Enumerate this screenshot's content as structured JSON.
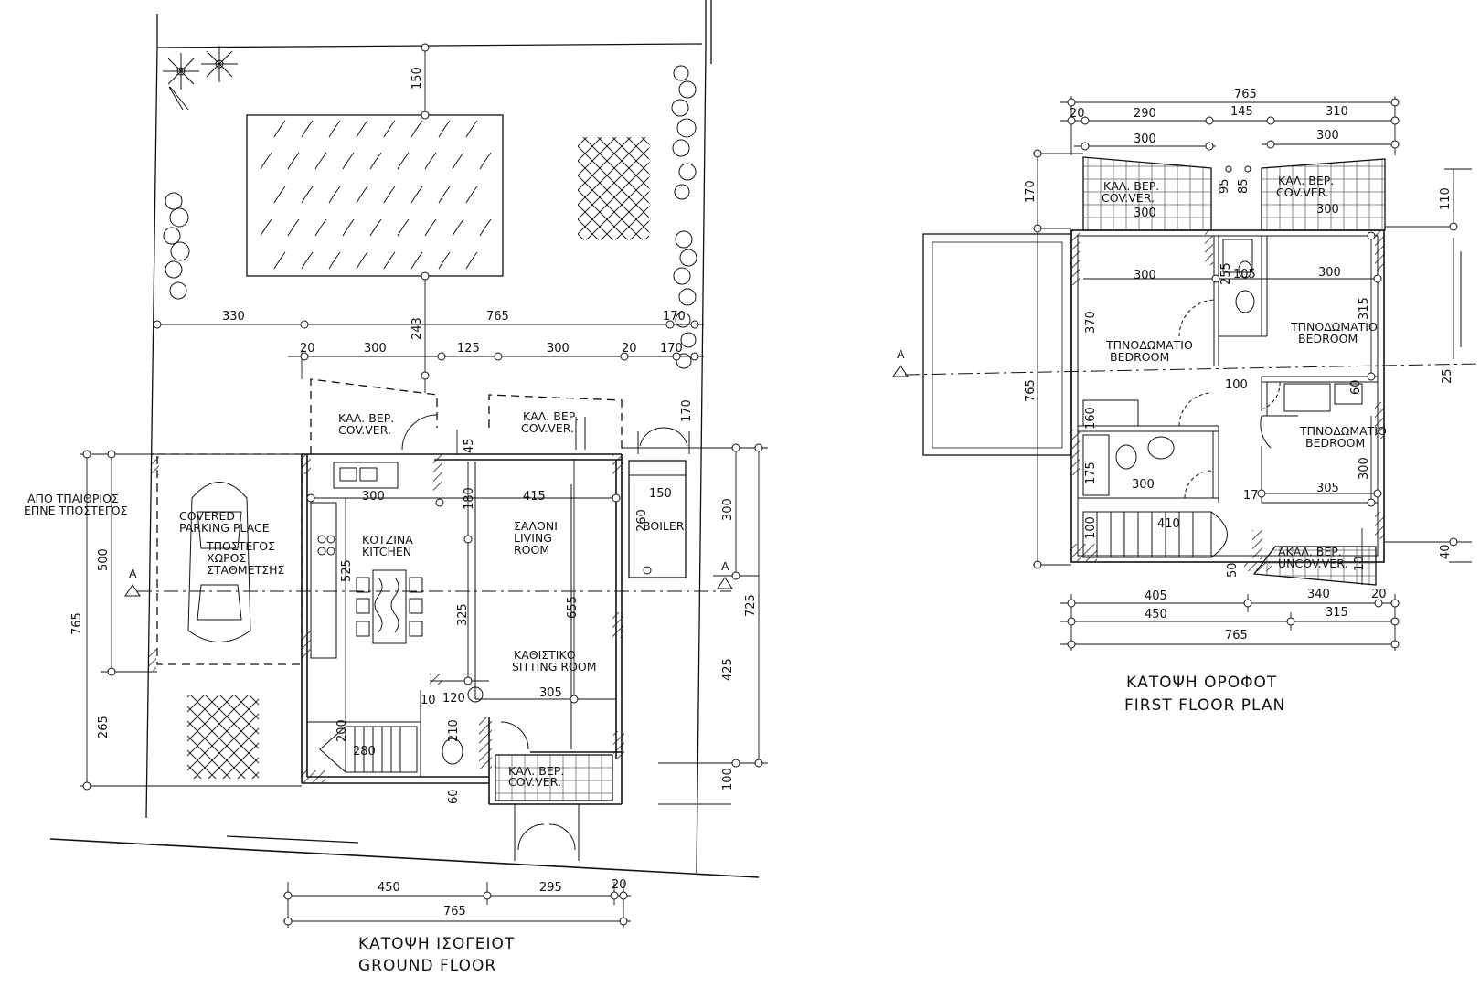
{
  "ground_floor": {
    "title_gr": "ΚΑΤΟΨΗ ΙΣΟΓΕΙΟΤ",
    "title_en": "GROUND FLOOR",
    "rooms": {
      "verandah_left_gr": "ΚΑΛ. ΒΕΡ.",
      "verandah_left_en": "COV.VER.",
      "verandah_right_gr": "ΚΑΛ. ΒΕΡ.",
      "verandah_right_en": "COV.VER.",
      "verandah_bottom_gr": "ΚΑΛ. ΒΕΡ.",
      "verandah_bottom_en": "COV.VER.",
      "kitchen_gr": "ΚΟΤΖΙΝΑ",
      "kitchen_en": "KITCHEN",
      "living_gr": "ΣΑΛΟΝΙ",
      "living_en": "LIVING",
      "living_en2": "ROOM",
      "sitting_gr": "ΚΑΘΙΣΤΙΚΟ",
      "sitting_en": "SITTING ROOM",
      "boiler": "BOILER",
      "parking_en1": "COVERED",
      "parking_en2": "PARKING PLACE",
      "parking_gr1": "ΤΠΟΣΤΕΓΟΣ",
      "parking_gr2": "ΧΩΡΟΣ",
      "parking_gr3": "ΣΤΑΘΜΕΤΣΗΣ",
      "note_line1": "ΑΠΟ ΤΠΑΙΘΡΙΟΣ",
      "note_line2": "ΕΠΝΕ ΤΠΟΣΤΕΓΟΣ"
    },
    "section_mark": "A",
    "dims": {
      "d150": "150",
      "d330": "330",
      "d765top": "765",
      "d170a": "170",
      "d243": "243",
      "d20a": "20",
      "d300a": "300",
      "d125": "125",
      "d300b": "300",
      "d20b": "20",
      "d170b": "170",
      "d170c": "170",
      "d45": "45",
      "d300left": "300",
      "d415": "415",
      "d180": "180",
      "d150b": "150",
      "d260": "260",
      "d525": "525",
      "d325": "325",
      "d655": "655",
      "d305": "305",
      "d10": "10",
      "d120": "120",
      "d210": "210",
      "d200": "200",
      "d280": "280",
      "d60": "60",
      "d500": "500",
      "d765left": "765",
      "d265": "265",
      "d300right": "300",
      "d725": "725",
      "d425": "425",
      "d100": "100",
      "d450": "450",
      "d295": "295",
      "d20c": "20",
      "d765bottom": "765"
    }
  },
  "first_floor": {
    "title_gr": "ΚΑΤΟΨΗ ΟΡΟΦΟΤ",
    "title_en": "FIRST FLOOR PLAN",
    "rooms": {
      "verandah_left_gr": "ΚΑΛ. ΒΕΡ.",
      "verandah_left_en": "COV.VER.",
      "verandah_right_gr": "ΚΑΛ. ΒΕΡ.",
      "verandah_right_en": "COV.VER.",
      "verandah_bottom_gr": "ΑΚΑΛ. ΒΕΡ.",
      "verandah_bottom_en": "UNCOV.VER.",
      "bed1_gr": "ΤΠΝΟΔΩΜΑΤΙΟ",
      "bed1_en": "BEDROOM",
      "bed2_gr": "ΤΠΝΟΔΩΜΑΤΙΟ",
      "bed2_en": "BEDROOM",
      "bed3_gr": "ΤΠΝΟΔΩΜΑΤΙΟ",
      "bed3_en": "BEDROOM"
    },
    "section_mark": "A",
    "dims": {
      "d765top": "765",
      "d20": "20",
      "d290": "290",
      "d145": "145",
      "d310": "310",
      "d300a": "300",
      "d300b": "300",
      "d95": "95",
      "d85": "85",
      "d300verL": "300",
      "d300verR": "300",
      "d170": "170",
      "d765left": "765",
      "d110": "110",
      "d300c": "300",
      "d255": "255",
      "d105": "105",
      "d300d": "300",
      "d370": "370",
      "d315": "315",
      "d100": "100",
      "d60": "60",
      "d25": "25",
      "d160": "160",
      "d175": "175",
      "d300e": "300",
      "d17": "17",
      "d305": "305",
      "d300f": "300",
      "d100b": "100",
      "d410": "410",
      "d50": "50",
      "d40": "40",
      "d10": "10",
      "d405": "405",
      "d340": "340",
      "d20b": "20",
      "d450": "450",
      "d315b": "315",
      "d765bottom": "765"
    }
  }
}
